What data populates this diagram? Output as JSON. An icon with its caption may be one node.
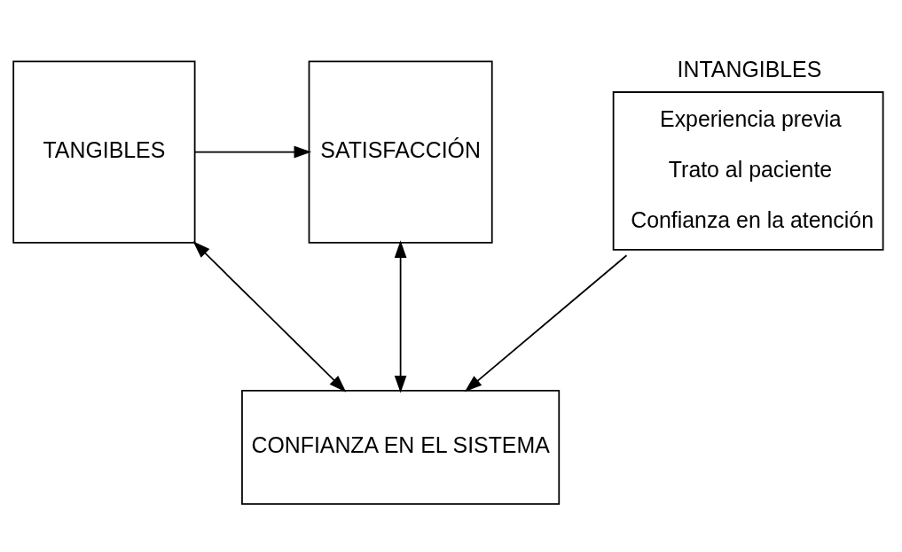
{
  "diagram": {
    "nodes": [
      {
        "text": [
          "TANGIBLES"
        ]
      },
      {
        "text": [
          "INTANGIBLES",
          "Experiencia previa",
          "Trato al paciente",
          "Confianza en la atención"
        ]
      },
      {
        "text": [
          "SATISFACCIÓN"
        ]
      },
      {
        "text": [
          "CONFIANZA EN EL SISTEMA"
        ]
      }
    ],
    "edges": [
      {
        "from": 0,
        "to": 2,
        "arrow": "to"
      },
      {
        "from": 1,
        "to": 3,
        "arrow": "to"
      },
      {
        "from": 0,
        "to": 3,
        "arrow": "both"
      },
      {
        "from": 2,
        "to": 3,
        "arrow": "both"
      }
    ]
  }
}
